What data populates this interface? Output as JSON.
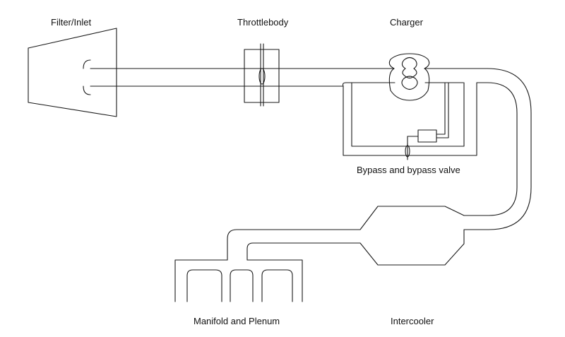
{
  "labels": {
    "filter": "Filter/Inlet",
    "throttle": "Throttlebody",
    "charger": "Charger",
    "bypass": "Bypass and bypass valve",
    "manifold": "Manifold and Plenum",
    "intercooler": "Intercooler"
  },
  "colors": {
    "line": "#1a1a1a",
    "background": "#ffffff"
  }
}
